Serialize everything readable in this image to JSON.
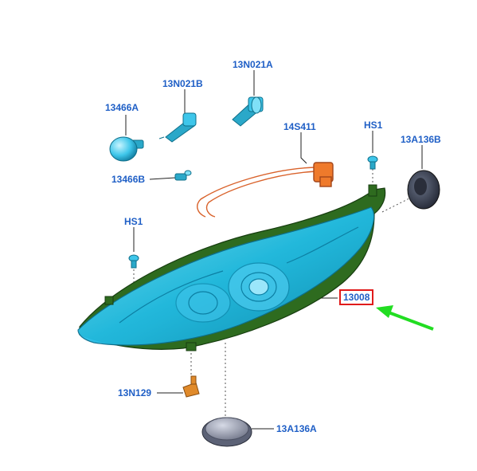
{
  "diagram": {
    "parts": [
      {
        "id": "13466A",
        "label": "13466A"
      },
      {
        "id": "13N021B",
        "label": "13N021B"
      },
      {
        "id": "13N021A",
        "label": "13N021A"
      },
      {
        "id": "14S411",
        "label": "14S411"
      },
      {
        "id": "HS1_top",
        "label": "HS1"
      },
      {
        "id": "13A136B",
        "label": "13A136B"
      },
      {
        "id": "13466B",
        "label": "13466B"
      },
      {
        "id": "HS1_left",
        "label": "HS1"
      },
      {
        "id": "13008",
        "label": "13008",
        "highlighted": true
      },
      {
        "id": "13N129",
        "label": "13N129"
      },
      {
        "id": "13A136A",
        "label": "13A136A"
      }
    ],
    "colors": {
      "label": "#1f5fc6",
      "highlight_box": "#e01b1b",
      "pointer_arrow": "#22dd22",
      "headlamp_lens": "#1bb8e0",
      "headlamp_housing": "#2e6b1f",
      "wiring": "#d9622b",
      "bracket": "#e08a2a"
    }
  }
}
